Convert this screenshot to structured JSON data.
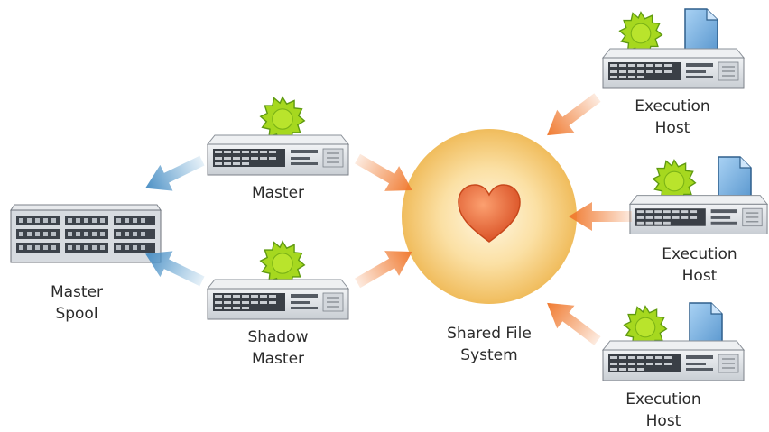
{
  "colors": {
    "gear": "#9fd41c",
    "gear_stroke": "#5f9a10",
    "arrow_orange": "#f07a30",
    "arrow_blue": "#5a9fd0",
    "document": "#7eb6e6",
    "server_body": "#dcdfe3",
    "server_dark": "#3a3f46",
    "shared_fs": "#f5c76a",
    "heart": "#e8643a"
  },
  "nodes": {
    "master": {
      "label": "Master",
      "icons": [
        "gear-icon",
        "server-icon"
      ]
    },
    "shadow_master": {
      "line1": "Shadow",
      "line2": "Master",
      "icons": [
        "gear-icon",
        "server-icon"
      ]
    },
    "master_spool": {
      "line1": "Master",
      "line2": "Spool",
      "icons": [
        "storage-array-icon"
      ]
    },
    "shared_fs": {
      "line1": "Shared File",
      "line2": "System",
      "icons": [
        "heart-icon"
      ]
    },
    "exec_top": {
      "line1": "Execution",
      "line2": "Host",
      "icons": [
        "gear-icon",
        "document-icon",
        "server-icon"
      ]
    },
    "exec_mid": {
      "line1": "Execution",
      "line2": "Host",
      "icons": [
        "gear-icon",
        "document-icon",
        "server-icon"
      ]
    },
    "exec_bot": {
      "line1": "Execution",
      "line2": "Host",
      "icons": [
        "gear-icon",
        "document-icon",
        "server-icon"
      ]
    }
  }
}
